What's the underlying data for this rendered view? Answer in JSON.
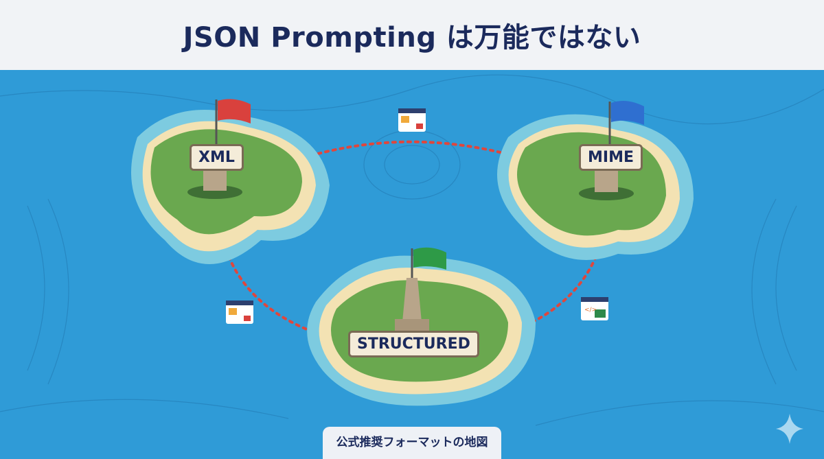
{
  "header": {
    "title": "JSON Prompting は万能ではない"
  },
  "islands": {
    "xml": "XML",
    "mime": "MIME",
    "structured": "STRUCTURED"
  },
  "caption": "公式推奨フォーマットの地図",
  "colors": {
    "ocean": "#2f9bd7",
    "grass": "#6aa84f",
    "sand": "#f3e2b3",
    "arrow": "#e0463c",
    "flag_xml": "#d9413d",
    "flag_mime": "#2f6fd0",
    "flag_structured": "#2e9a47"
  }
}
